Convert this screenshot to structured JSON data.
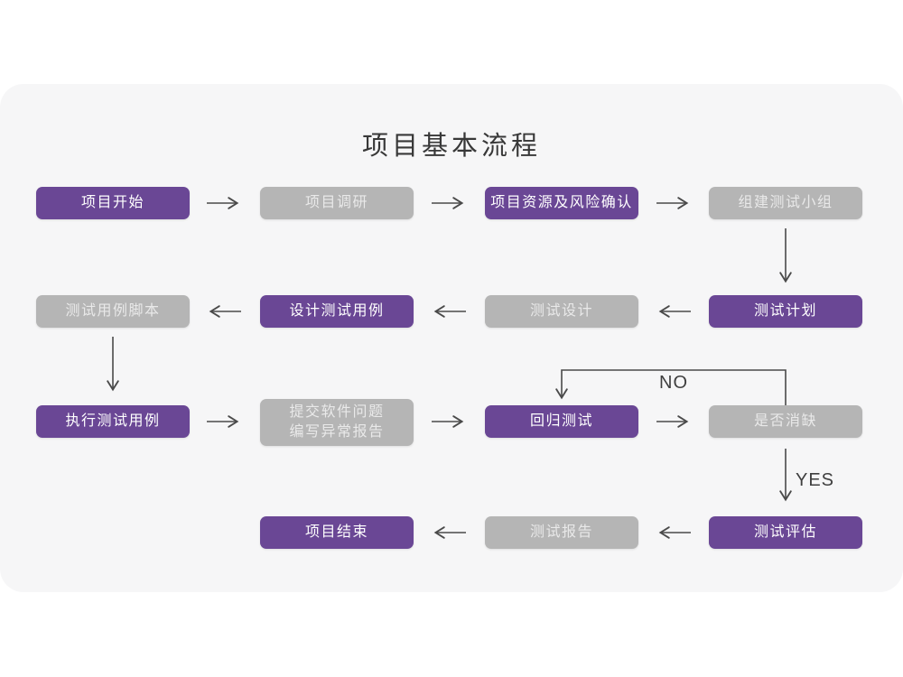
{
  "title": "项目基本流程",
  "colors": {
    "accent_purple": "#6a4795",
    "node_gray": "#b5b5b5",
    "card_background": "#f6f6f7",
    "arrow": "#4a4a4a"
  },
  "flowchart": {
    "nodes": [
      {
        "id": "start",
        "label": "项目开始",
        "variant": "purple"
      },
      {
        "id": "research",
        "label": "项目调研",
        "variant": "gray"
      },
      {
        "id": "risk-confirm",
        "label": "项目资源及风险确认",
        "variant": "purple"
      },
      {
        "id": "build-team",
        "label": "组建测试小组",
        "variant": "gray"
      },
      {
        "id": "test-plan",
        "label": "测试计划",
        "variant": "purple"
      },
      {
        "id": "test-design",
        "label": "测试设计",
        "variant": "gray"
      },
      {
        "id": "case-design",
        "label": "设计测试用例",
        "variant": "purple"
      },
      {
        "id": "case-script",
        "label": "测试用例脚本",
        "variant": "gray"
      },
      {
        "id": "execute-case",
        "label": "执行测试用例",
        "variant": "purple"
      },
      {
        "id": "submit-issue",
        "label": "提交软件问题\n编写异常报告",
        "variant": "gray"
      },
      {
        "id": "regression",
        "label": "回归测试",
        "variant": "purple"
      },
      {
        "id": "defect-check",
        "label": "是否消缺",
        "variant": "gray"
      },
      {
        "id": "evaluate",
        "label": "测试评估",
        "variant": "purple"
      },
      {
        "id": "test-report",
        "label": "测试报告",
        "variant": "gray"
      },
      {
        "id": "end",
        "label": "项目结束",
        "variant": "purple"
      }
    ],
    "edge_labels": {
      "no": "NO",
      "yes": "YES"
    },
    "edges": [
      {
        "from": "start",
        "to": "research"
      },
      {
        "from": "research",
        "to": "risk-confirm"
      },
      {
        "from": "risk-confirm",
        "to": "build-team"
      },
      {
        "from": "build-team",
        "to": "test-plan"
      },
      {
        "from": "test-plan",
        "to": "test-design"
      },
      {
        "from": "test-design",
        "to": "case-design"
      },
      {
        "from": "case-design",
        "to": "case-script"
      },
      {
        "from": "case-script",
        "to": "execute-case"
      },
      {
        "from": "execute-case",
        "to": "submit-issue"
      },
      {
        "from": "submit-issue",
        "to": "regression"
      },
      {
        "from": "regression",
        "to": "defect-check"
      },
      {
        "from": "defect-check",
        "to": "regression",
        "label": "NO"
      },
      {
        "from": "defect-check",
        "to": "evaluate",
        "label": "YES"
      },
      {
        "from": "evaluate",
        "to": "test-report"
      },
      {
        "from": "test-report",
        "to": "end"
      }
    ]
  }
}
